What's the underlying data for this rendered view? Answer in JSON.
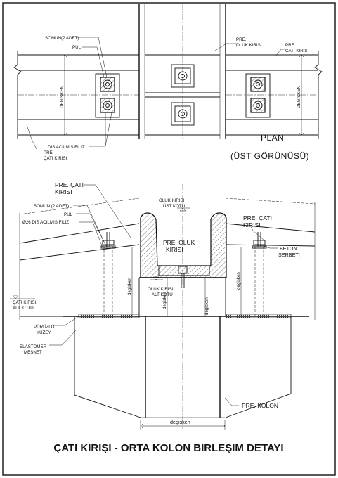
{
  "plan": {
    "title": "PLAN",
    "subtitle": "(ÜST GÖRÜNÜSÜ)",
    "labels": {
      "nut": "SOMUN(2 ADET)",
      "washer": "PUL",
      "thread": "DIS ACILMIS FILIZ",
      "roof_beam_left_1": "PRE.",
      "roof_beam_left_2": "ÇATI KIRISI",
      "gutter_beam_1": "PRE.",
      "gutter_beam_2": "OLUK KIRISI",
      "roof_beam_right_1": "PRE.",
      "roof_beam_right_2": "ÇATI KIRISI"
    },
    "dim_left": "DEGISKEN",
    "dim_right": "DEGISKEN"
  },
  "section": {
    "labels": {
      "roof_beam_left_1": "PRE. ÇATI",
      "roof_beam_left_2": "KIRISI",
      "nut": "SOMUN (2 ADET)",
      "washer": "PUL",
      "thread": "Ø26 DIS ACILMIS FILIZ",
      "gutter_top_1": "OLUK KIRISI",
      "gutter_top_2": "ÜST KOTU",
      "gutter_beam_1": "PRE. OLUK",
      "gutter_beam_2": "KIRISI",
      "roof_beam_right_1": "PRE. ÇATI",
      "roof_beam_right_2": "KIRISI",
      "grout_1": "BETON",
      "grout_2": "SERBETI",
      "gutter_bottom_1": "OLUK KIRISI",
      "gutter_bottom_2": "ALT KOTU",
      "roof_bottom_1": "ÇATI KIRISI",
      "roof_bottom_2": "ALT KOTU",
      "rough_1": "PÜRÜZLÜ",
      "rough_2": "YÜZEY",
      "pad_1": "ELASTOMER",
      "pad_2": "MESNET",
      "column": "PRE. KOLON"
    },
    "dims": {
      "d1": "degisken",
      "d2": "degisken",
      "d3": "degisken",
      "d4": "degisken",
      "d5": "degisken"
    }
  },
  "drawing_title": "ÇATI KIRIŞI - ORTA KOLON BIRLEŞIM DETAYI"
}
